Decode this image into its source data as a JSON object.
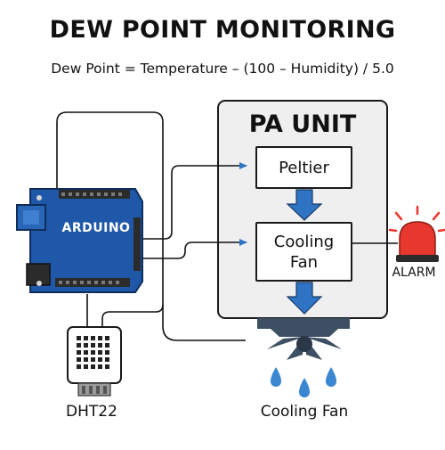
{
  "title": "DEW POINT MONITORING",
  "formula": "Dew Point = Temperature – (100 – Humidity) / 5.0",
  "pa_unit": {
    "title": "PA UNIT",
    "peltier_label": "Peltier",
    "cooling_fan_box_label": "Cooling\nFan"
  },
  "arduino": {
    "label": "ARDUINO"
  },
  "sensor": {
    "label": "DHT22"
  },
  "alarm": {
    "label": "ALARM"
  },
  "fan": {
    "label": "Cooling Fan"
  },
  "colors": {
    "arduino_blue": "#1f58a8",
    "flow_arrow_blue": "#2f74c4",
    "pa_unit_fill": "#efefef",
    "alarm_red": "#e8382e",
    "water_drop": "#3a86d0",
    "fan_dark": "#3d4f63"
  },
  "icons": [
    "arduino-board-icon",
    "dht22-sensor-icon",
    "alarm-light-icon",
    "fan-icon",
    "water-drop-icon"
  ]
}
